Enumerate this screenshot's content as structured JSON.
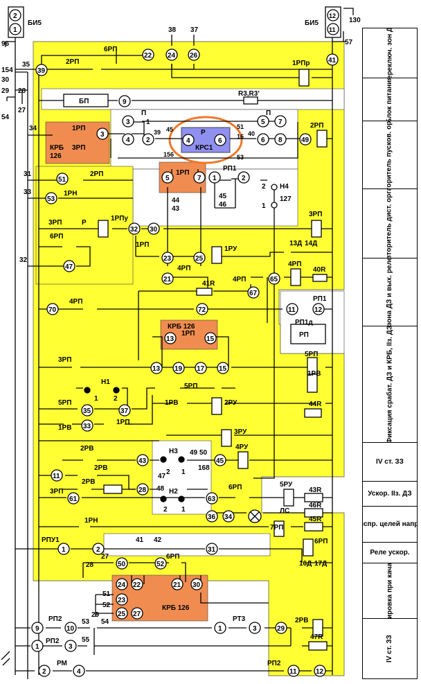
{
  "nodes": {
    "bi5_left": "БИ5",
    "bi5_right": "БИ5",
    "t_l2": "2",
    "t_l1": "1",
    "t_r12": "12",
    "t_r11": "11",
    "n96": "96",
    "n154": "154",
    "n30": "30",
    "n29": "29",
    "n28": "28",
    "n27": "27",
    "n54": "54",
    "n35": "35",
    "n130": "130",
    "n57": "57",
    "rp2_top": "2РП",
    "rp6_top": "6РП",
    "c22": "22",
    "c24": "24",
    "c26": "26",
    "n38": "38",
    "n37": "37",
    "c39": "39",
    "c41": "41",
    "rp1pr": "1РПр",
    "bp": "БП",
    "c9": "9",
    "r3": "R3,R3'",
    "p_left": "П",
    "p_right": "П",
    "n34": "34",
    "krb126_a": "КРБ",
    "krb126_b": "126",
    "k1rp": "1РП",
    "k3rp": "3РП",
    "c3": "3",
    "c4": "4",
    "c1": "1",
    "c2": "2",
    "n39b": "39",
    "n45b": "45",
    "n156": "156",
    "krs_p": "Р",
    "krs1": "КРС1",
    "krs4": "4",
    "krs6": "6",
    "n51": "51",
    "n40": "40",
    "n16": "16",
    "n53": "53",
    "c5": "5",
    "c6": "6",
    "c7": "7",
    "c8": "8",
    "c49": "49",
    "rp2_b": "2РП",
    "krb_1rp": "1РП",
    "k5": "5",
    "k7": "7",
    "n44": "44",
    "n43": "43",
    "rp1": "РП1",
    "c1b": "1",
    "c2b": "2",
    "n45": "45",
    "n46": "46",
    "h4": "Н4",
    "h4_2": "2",
    "h4_1": "1",
    "n127": "127",
    "n31": "31",
    "n33": "33",
    "c51": "51",
    "rp2_c": "2РП",
    "c53": "53",
    "rn1": "1РН",
    "rp3_a": "3РП",
    "r_p": "Р",
    "rpu1": "1РПу",
    "c32": "32",
    "c30": "30",
    "rp3_coil": "3РП",
    "rp6_b": "6РП",
    "rp1_b": "1РП",
    "n32": "32",
    "c47": "47",
    "c23": "23",
    "c25": "25",
    "ru1": "1РУ",
    "d13": "13Д",
    "d14": "14Д",
    "rp4_coil": "4РП",
    "r40": "40R",
    "c21": "21",
    "rp4_a": "4РП",
    "r41": "41R",
    "rp4_b": "4РП",
    "c67": "67",
    "c65": "65",
    "c70": "70",
    "rp4_c": "4РП",
    "c72": "72",
    "c11": "11",
    "c12": "12",
    "rp1_coil": "РП1",
    "rp1d": "РП1д",
    "rp_box": "РП",
    "krb126_c": "КРБ 126",
    "krb_1rp_c": "1РП",
    "c13": "13",
    "c15": "15",
    "c13b": "13",
    "c19": "19",
    "c17": "17",
    "c15b": "15",
    "rp3_d": "3РП",
    "rp5_coil": "5РП",
    "h1": "Н1",
    "h1_1": "1",
    "h1_2": "2",
    "rp5_a": "5РП",
    "rv1_coil": "1РВ",
    "rp5_b": "5РП",
    "c35": "35",
    "c37": "37",
    "rv1_a": "1РВ",
    "ru2": "2РУ",
    "r44": "44R",
    "rv1_b": "1РВ",
    "c33": "33",
    "rp1_c": "1РП",
    "ru3": "3РУ",
    "rv2_a": "2РВ",
    "c43": "43",
    "h3": "Н3",
    "h3_2": "2",
    "h3_1": "1",
    "n49": "49",
    "n50": "50",
    "n168": "168",
    "c45": "45",
    "ru4": "4РУ",
    "c11b": "11",
    "rv2_b": "2РВ",
    "n47": "47",
    "rv2_c": "2РВ",
    "c28": "28",
    "n48": "48",
    "h2": "Н2",
    "h2_2": "2",
    "h2_1": "1",
    "rp3_e": "3РП",
    "c61": "61",
    "c63": "63",
    "rp6_c": "6РП",
    "ru5": "5РУ",
    "r43": "43R",
    "c36": "36",
    "c34": "34",
    "ls": "ЛС",
    "r46": "46R",
    "rn1_b": "1РН",
    "rp7": "7РП",
    "r45": "45R",
    "rp6_coil": "6РП",
    "rpu1_b": "РПУ1",
    "c1c": "1",
    "c2c": "2",
    "n41": "41",
    "n42": "42",
    "c31": "31",
    "d16": "16Д",
    "d17": "17Д",
    "n27b": "27",
    "n28b": "28",
    "c50": "50",
    "c52": "52",
    "rp6_d": "6РП",
    "c24b": "24",
    "c22b": "22",
    "c21b": "21",
    "c30b": "30",
    "n51b": "51",
    "n52b": "52",
    "c23b": "23",
    "c25b": "25",
    "c27": "27",
    "krb126_d": "КРБ 126",
    "rp2_d": "РП2",
    "c9b": "9",
    "c10": "10",
    "n53b": "53",
    "n29b": "29",
    "n54b": "54",
    "c1d": "1",
    "rt3": "РТ3",
    "c3b": "3",
    "c29": "29",
    "rv2_coil": "2РВ",
    "rp2_e": "РП2",
    "c1e": "1",
    "c3c": "3",
    "n55": "55",
    "r47": "47R",
    "c2d": "2",
    "rm": "РМ",
    "c4b": "4",
    "rp2_f": "РП2",
    "c11c": "11",
    "c12b": "12"
  },
  "sidebar": [
    "Переключ. зон ДЗ",
    "Блок питания",
    "Повторитель пусков. органа",
    "Повторитель дист. органа",
    "Iзона ДЗ и вых. реле",
    "Фиксация срабат. ДЗ и КРБ, IIз. ДЗ",
    "IV ст. ЗЗ",
    "Ускор. IIз. ДЗ",
    "Неиспр. целей напряж.",
    "Реле ускор.",
    "Блокировка при качаниях",
    "IV ст. ЗЗ"
  ],
  "colors": {
    "yellow": "#ffff33",
    "orange": "#f08c50",
    "blue": "#9090f0",
    "highlight": "#f07828"
  }
}
